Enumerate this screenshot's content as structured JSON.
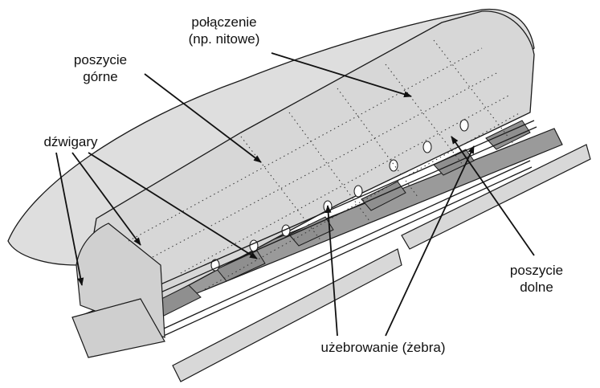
{
  "labels": {
    "polaczenie_line1": "połączenie",
    "polaczenie_line2": "(np. nitowe)",
    "poszycie_gorne_line1": "poszycie",
    "poszycie_gorne_line2": "górne",
    "dzwigary": "dźwigary",
    "poszycie_dolne_line1": "poszycie",
    "poszycie_dolne_line2": "dolne",
    "zebrowanie": "użebrowanie (żebra)"
  },
  "colors": {
    "skin_upper": "#d9d9d9",
    "skin_lower": "#cfcfcf",
    "rib_dark": "#8c8c8c",
    "outline": "#1a1a1a"
  }
}
